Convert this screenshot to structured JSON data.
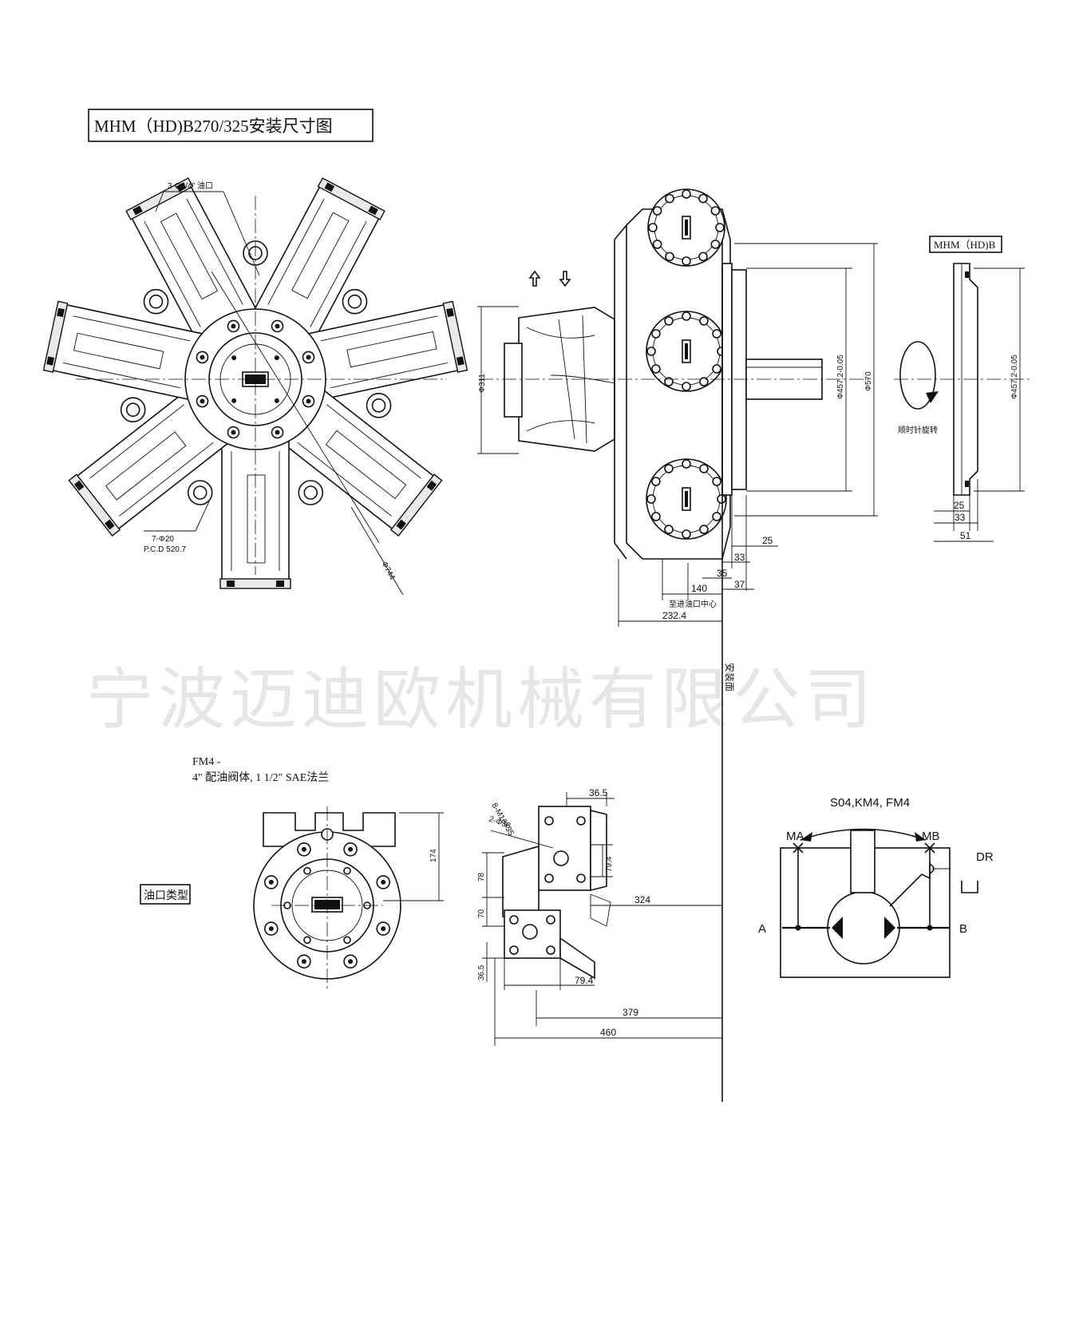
{
  "title": "MHM（HD)B270/325安装尺寸图",
  "watermark": "宁波迈迪欧机械有限公司",
  "front_view": {
    "port_label": "3-G3/4\" 油口",
    "holes_label": "7-Φ20",
    "pcd_label": "P.C.D 520.7",
    "dia_label": "Φ744"
  },
  "side_view": {
    "dia_311": "Φ311",
    "dia_457": "Φ457.2-0.05",
    "dia_570": "Φ570",
    "d25": "25",
    "d33": "33",
    "d35": "35",
    "d37": "37",
    "d140": "140",
    "center_note": "至进油口中心",
    "d232": "232.4",
    "mount_face": "安装面"
  },
  "b_view": {
    "label": "MHM（HD)B",
    "dia": "Φ457.2-0.05",
    "rotation": "顺时针旋转",
    "d25": "25",
    "d33": "33",
    "d51": "51"
  },
  "fm4": {
    "code": "FM4 -",
    "desc": "4\" 配油阀体, 1 1/2\" SAE法兰",
    "port_type": "油口类型",
    "d174": "174",
    "bolts": "8-M16×35",
    "holes": "2-Φ38",
    "d365a": "36.5",
    "d794a": "79.4",
    "d78": "78",
    "d70": "70",
    "d324": "324",
    "d365b": "36.5",
    "d794b": "79.4",
    "d379": "379",
    "d460": "460"
  },
  "schematic": {
    "title": "S04,KM4, FM4",
    "ma": "MA",
    "mb": "MB",
    "dr": "DR",
    "a": "A",
    "b": "B"
  }
}
